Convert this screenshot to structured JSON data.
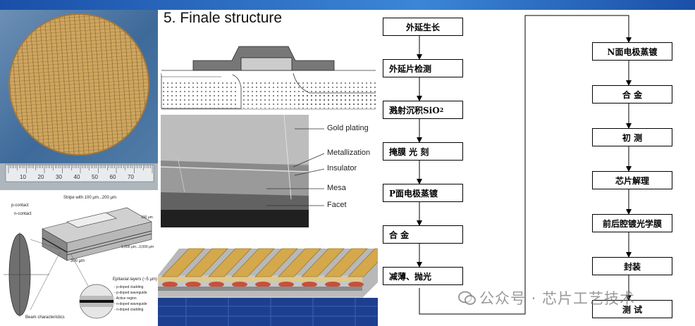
{
  "finale_title": "5. Finale structure",
  "sem_labels": {
    "gold_plating": "Gold plating",
    "metallization": "Metallization",
    "insulator": "Insulator",
    "mesa": "Mesa",
    "facet": "Facet"
  },
  "ruler_ticks": [
    "10",
    "20",
    "30",
    "40",
    "50",
    "60",
    "70"
  ],
  "laser_labels": {
    "stripe_width": "Stripe with 100 μm...200 μm",
    "p_contact": "p-contact",
    "n_contact": "n-contact",
    "thickness": "100 μm",
    "length": "1,000 μm...3,000 μm",
    "width": "300 μm",
    "epi_title": "Epitaxial layers (~5 μm)",
    "epi_layers": [
      "p-doped cladding",
      "p-doped waveguide",
      "Active region",
      "n-doped waveguide",
      "n-doped cladding"
    ],
    "beam": "Beam characteristics"
  },
  "flow_left": [
    "外延生长",
    "外延片检测",
    "溅射沉积SiO",
    "掩膜 光 刻",
    "P面电极蒸镀",
    "合 金",
    "减薄、抛光"
  ],
  "sio2_sub": "2",
  "flow_right": [
    "N面电极蒸镀",
    "合 金",
    "初 测",
    "芯片解理",
    "前后腔镀光学膜",
    "封装",
    "测 试"
  ],
  "watermark": "公众号 · 芯片工艺技术",
  "colors": {
    "banner": "#1f5fbf",
    "wafer": "#c8a060",
    "gold": "#d4a84b",
    "red_mesa": "#c8503a"
  }
}
